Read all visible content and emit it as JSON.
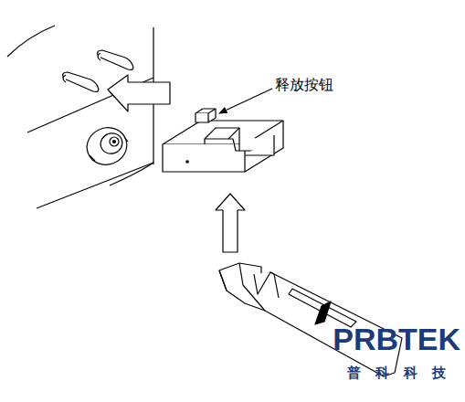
{
  "diagram": {
    "labels": [
      "释放按钮",
      "PRBTEK",
      "普科科技"
    ]
  }
}
